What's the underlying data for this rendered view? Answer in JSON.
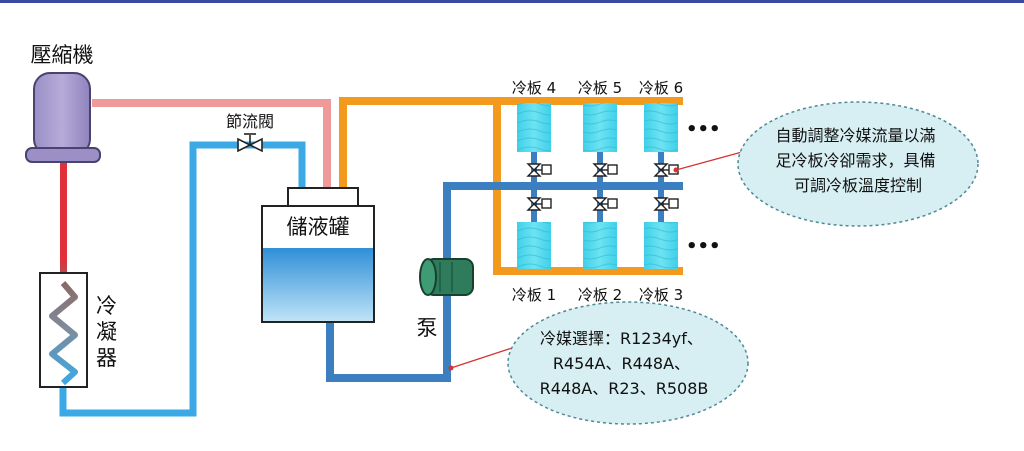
{
  "labels": {
    "compressor": "壓縮機",
    "throttle_valve": "節流閥",
    "tank": "儲液罐",
    "condenser": "冷凝器",
    "pump": "泵",
    "plates": [
      "冷板 1",
      "冷板 2",
      "冷板 3",
      "冷板 4",
      "冷板 5",
      "冷板 6"
    ],
    "ellipsis": "•••"
  },
  "callout_top": {
    "lines": [
      "自動調整冷媒流量以滿",
      "足冷板冷卻需求，具備",
      "可調冷板溫度控制"
    ]
  },
  "callout_bottom": {
    "lines": [
      "冷媒選擇：R1234yf、",
      "R454A、R448A、",
      "R448A、R23、R508B"
    ]
  },
  "colors": {
    "hot_gas": "#ee9a9a",
    "compressor_outlet": "#e0303a",
    "liquid_line": "#3aa9e6",
    "supply_line": "#f39a1e",
    "return_line": "#3b7fc0",
    "compressor_body": "#a99ed0",
    "tank_liquid": "#3d9de0",
    "pump_body": "#2f7c5c",
    "cold_plate": "#46d5ea",
    "callout_fill": "#d7eef2",
    "callout_stroke": "#4e8a96"
  }
}
